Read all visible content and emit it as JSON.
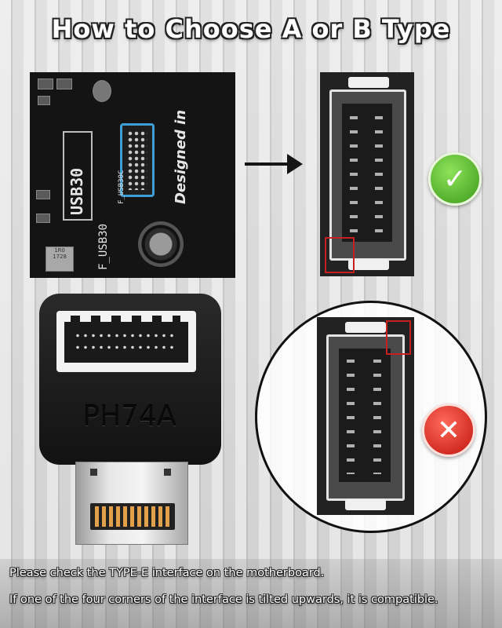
{
  "title": "How to Choose A or B Type",
  "motherboard_photo": {
    "labels": {
      "usb_main": "USB30",
      "f_usb": "F_USB30",
      "designed": "Designed in",
      "chip": "1R0\n1728",
      "connector_tag": "F_USB30C"
    }
  },
  "adapter": {
    "model": "PH74A"
  },
  "status": {
    "correct": "✓",
    "wrong": "✕",
    "correct_color": "#4caf24",
    "wrong_color": "#d62a1f"
  },
  "notes": {
    "line1": "Please check the TYPE-E interface on the motherboard.",
    "line2": "If one of the four corners of the interface is tilted upwards, it is compatible."
  }
}
